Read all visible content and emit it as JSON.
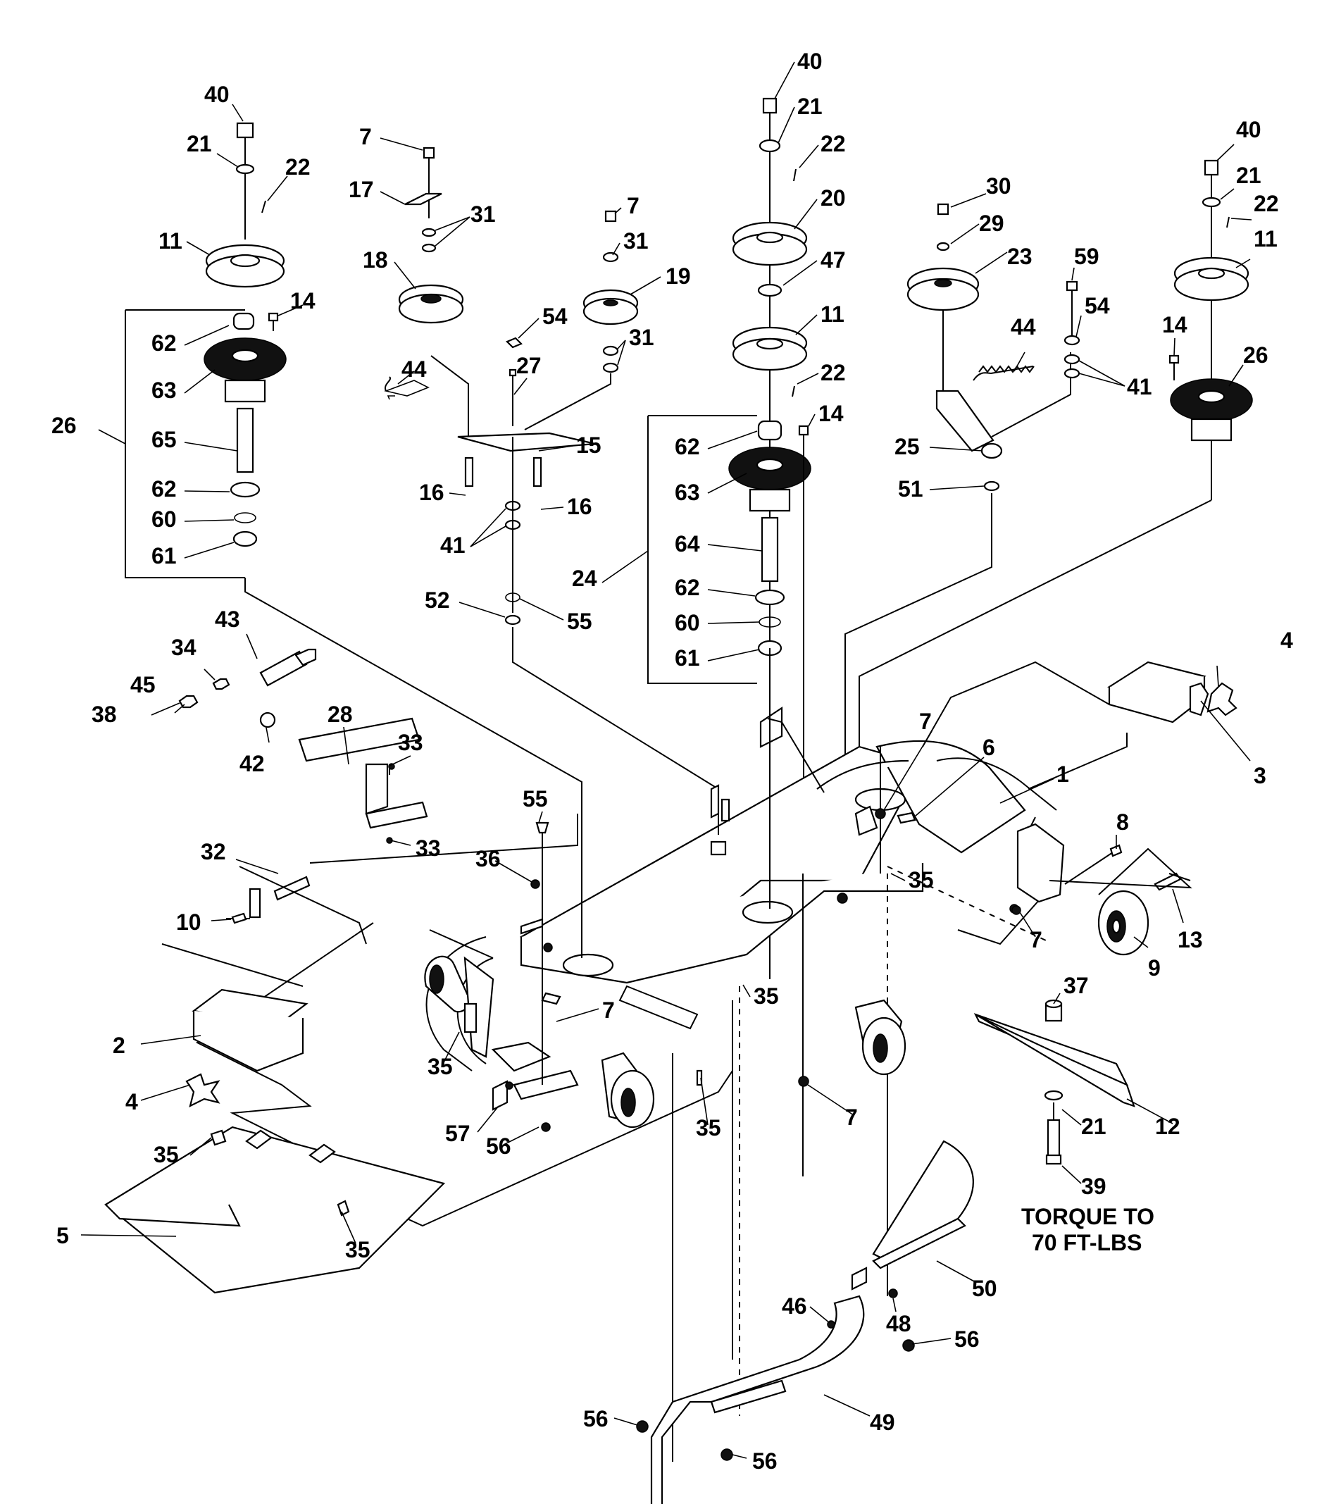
{
  "note": {
    "line1": "TORQUE TO",
    "line2": "70 FT-LBS"
  },
  "callouts": [
    {
      "id": "c1",
      "text": "40"
    },
    {
      "id": "c2",
      "text": "21"
    },
    {
      "id": "c3",
      "text": "22"
    },
    {
      "id": "c4",
      "text": "11"
    },
    {
      "id": "c5",
      "text": "14"
    },
    {
      "id": "c6",
      "text": "62"
    },
    {
      "id": "c7",
      "text": "63"
    },
    {
      "id": "c8",
      "text": "26"
    },
    {
      "id": "c9",
      "text": "65"
    },
    {
      "id": "c10",
      "text": "62"
    },
    {
      "id": "c11",
      "text": "60"
    },
    {
      "id": "c12",
      "text": "61"
    },
    {
      "id": "c13",
      "text": "7"
    },
    {
      "id": "c14",
      "text": "17"
    },
    {
      "id": "c15",
      "text": "31"
    },
    {
      "id": "c16",
      "text": "18"
    },
    {
      "id": "c17",
      "text": "44"
    },
    {
      "id": "c18",
      "text": "27"
    },
    {
      "id": "c19",
      "text": "15"
    },
    {
      "id": "c20",
      "text": "16"
    },
    {
      "id": "c21",
      "text": "16"
    },
    {
      "id": "c22",
      "text": "41"
    },
    {
      "id": "c23",
      "text": "7"
    },
    {
      "id": "c24",
      "text": "31"
    },
    {
      "id": "c25",
      "text": "19"
    },
    {
      "id": "c26",
      "text": "54"
    },
    {
      "id": "c27",
      "text": "31"
    },
    {
      "id": "c28",
      "text": "52"
    },
    {
      "id": "c29",
      "text": "55"
    },
    {
      "id": "c30",
      "text": "40"
    },
    {
      "id": "c31",
      "text": "21"
    },
    {
      "id": "c32",
      "text": "22"
    },
    {
      "id": "c33",
      "text": "20"
    },
    {
      "id": "c34",
      "text": "47"
    },
    {
      "id": "c35",
      "text": "11"
    },
    {
      "id": "c36",
      "text": "22"
    },
    {
      "id": "c37",
      "text": "14"
    },
    {
      "id": "c38",
      "text": "62"
    },
    {
      "id": "c39",
      "text": "63"
    },
    {
      "id": "c40",
      "text": "24"
    },
    {
      "id": "c41",
      "text": "64"
    },
    {
      "id": "c42",
      "text": "62"
    },
    {
      "id": "c43",
      "text": "60"
    },
    {
      "id": "c44",
      "text": "61"
    },
    {
      "id": "c45",
      "text": "30"
    },
    {
      "id": "c46",
      "text": "29"
    },
    {
      "id": "c47",
      "text": "23"
    },
    {
      "id": "c48",
      "text": "59"
    },
    {
      "id": "c49",
      "text": "54"
    },
    {
      "id": "c50",
      "text": "44"
    },
    {
      "id": "c51",
      "text": "41"
    },
    {
      "id": "c52",
      "text": "25"
    },
    {
      "id": "c53",
      "text": "51"
    },
    {
      "id": "c54",
      "text": "40"
    },
    {
      "id": "c55",
      "text": "21"
    },
    {
      "id": "c56",
      "text": "22"
    },
    {
      "id": "c57",
      "text": "11"
    },
    {
      "id": "c58",
      "text": "14"
    },
    {
      "id": "c59",
      "text": "26"
    },
    {
      "id": "c60",
      "text": "43"
    },
    {
      "id": "c61",
      "text": "34"
    },
    {
      "id": "c62",
      "text": "45"
    },
    {
      "id": "c63",
      "text": "38"
    },
    {
      "id": "c64",
      "text": "42"
    },
    {
      "id": "c65",
      "text": "28"
    },
    {
      "id": "c66",
      "text": "33"
    },
    {
      "id": "c67",
      "text": "33"
    },
    {
      "id": "c68",
      "text": "32"
    },
    {
      "id": "c69",
      "text": "10"
    },
    {
      "id": "c70",
      "text": "55"
    },
    {
      "id": "c71",
      "text": "36"
    },
    {
      "id": "c72",
      "text": "7"
    },
    {
      "id": "c73",
      "text": "6"
    },
    {
      "id": "c74",
      "text": "1"
    },
    {
      "id": "c75",
      "text": "4"
    },
    {
      "id": "c76",
      "text": "3"
    },
    {
      "id": "c77",
      "text": "8"
    },
    {
      "id": "c78",
      "text": "35"
    },
    {
      "id": "c79",
      "text": "7"
    },
    {
      "id": "c80",
      "text": "13"
    },
    {
      "id": "c81",
      "text": "9"
    },
    {
      "id": "c82",
      "text": "37"
    },
    {
      "id": "c83",
      "text": "35"
    },
    {
      "id": "c84",
      "text": "7"
    },
    {
      "id": "c85",
      "text": "2"
    },
    {
      "id": "c86",
      "text": "35"
    },
    {
      "id": "c87",
      "text": "4"
    },
    {
      "id": "c88",
      "text": "57"
    },
    {
      "id": "c89",
      "text": "56"
    },
    {
      "id": "c90",
      "text": "35"
    },
    {
      "id": "c91",
      "text": "7"
    },
    {
      "id": "c92",
      "text": "12"
    },
    {
      "id": "c93",
      "text": "21"
    },
    {
      "id": "c94",
      "text": "39"
    },
    {
      "id": "c95",
      "text": "35"
    },
    {
      "id": "c96",
      "text": "5"
    },
    {
      "id": "c97",
      "text": "35"
    },
    {
      "id": "c98",
      "text": "50"
    },
    {
      "id": "c99",
      "text": "46"
    },
    {
      "id": "c100",
      "text": "48"
    },
    {
      "id": "c101",
      "text": "56"
    },
    {
      "id": "c102",
      "text": "49"
    },
    {
      "id": "c103",
      "text": "56"
    },
    {
      "id": "c104",
      "text": "56"
    }
  ]
}
